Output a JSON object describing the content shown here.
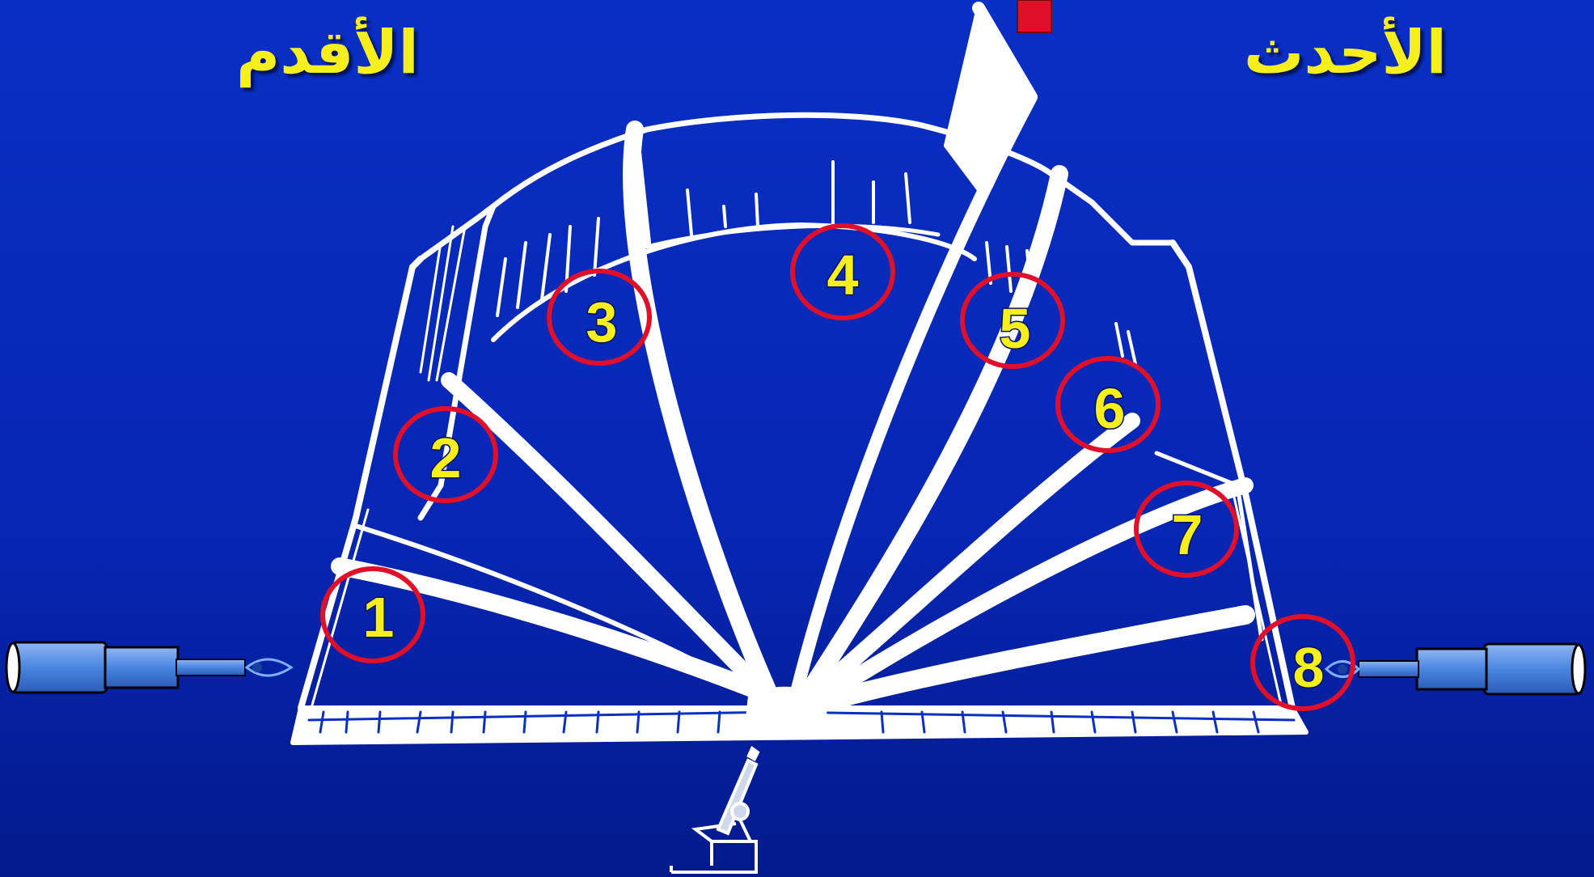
{
  "labels": {
    "oldest": "الأقدم",
    "newest": "الأحدث"
  },
  "markers": [
    "1",
    "2",
    "3",
    "4",
    "5",
    "6",
    "7",
    "8"
  ],
  "icons": {
    "left": "telescope-eye-icon",
    "right": "telescope-eye-icon",
    "bottom": "microscope-icon",
    "top": "bookmark-icon"
  },
  "colors": {
    "background": "#0a2fc4",
    "text": "#f6ef1d",
    "circle": "#e0102a",
    "book": "#ffffff",
    "telescope": "#4a86e0"
  }
}
